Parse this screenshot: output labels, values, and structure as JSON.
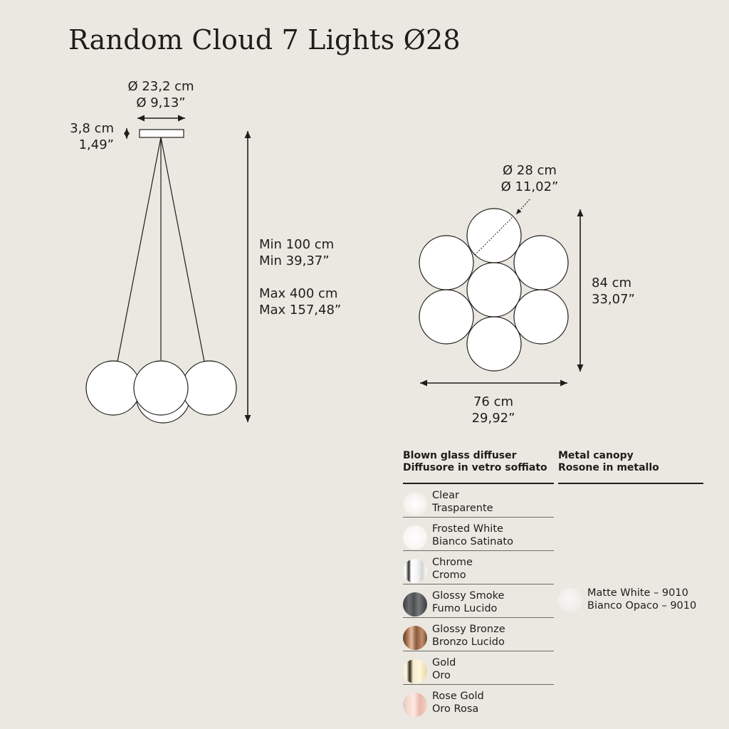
{
  "title": "Random Cloud 7 Lights Ø28",
  "dimensions": {
    "canopy_diameter": [
      "Ø 23,2 cm",
      "Ø 9,13”"
    ],
    "canopy_height": [
      "3,8 cm",
      "1,49”"
    ],
    "cable_length_min": [
      "Min 100 cm",
      "Min 39,37”"
    ],
    "cable_length_max": [
      "Max 400 cm",
      "Max 157,48”"
    ],
    "sphere_diameter": [
      "Ø 28 cm",
      "Ø 11,02”"
    ],
    "cluster_height": [
      "84 cm",
      "33,07”"
    ],
    "cluster_width": [
      "76 cm",
      "29,92”"
    ]
  },
  "table": {
    "diffuser_header": [
      "Blown glass diffuser",
      "Diffusore in vetro soffiato"
    ],
    "canopy_header": [
      "Metal canopy",
      "Rosone in metallo"
    ],
    "diffuser_finishes": [
      {
        "en": "Clear",
        "it": "Trasparente",
        "swatch": "clear"
      },
      {
        "en": "Frosted White",
        "it": "Bianco Satinato",
        "swatch": "frosted"
      },
      {
        "en": "Chrome",
        "it": "Cromo",
        "swatch": "chrome"
      },
      {
        "en": "Glossy Smoke",
        "it": "Fumo Lucido",
        "swatch": "smoke"
      },
      {
        "en": "Glossy Bronze",
        "it": "Bronzo Lucido",
        "swatch": "bronze"
      },
      {
        "en": "Gold",
        "it": "Oro",
        "swatch": "gold"
      },
      {
        "en": "Rose Gold",
        "it": "Oro Rosa",
        "swatch": "rose"
      }
    ],
    "canopy_finishes": [
      {
        "en": "Matte White – 9010",
        "it": "Bianco Opaco – 9010",
        "swatch": "matte-white"
      }
    ]
  },
  "colors": {
    "background": "#ebe8e1",
    "ink": "#1d1d1b",
    "sphere_fill": "#ffffff"
  }
}
